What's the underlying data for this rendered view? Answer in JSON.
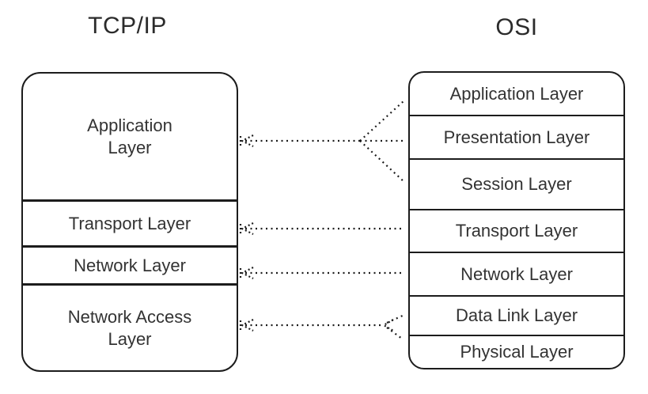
{
  "diagram": {
    "left": {
      "title": "TCP/IP",
      "layers": [
        {
          "label": "Application\nLayer"
        },
        {
          "label": "Transport Layer"
        },
        {
          "label": "Network Layer"
        },
        {
          "label": "Network Access\nLayer"
        }
      ]
    },
    "right": {
      "title": "OSI",
      "layers": [
        {
          "label": "Application Layer"
        },
        {
          "label": "Presentation Layer"
        },
        {
          "label": "Session Layer"
        },
        {
          "label": "Transport Layer"
        },
        {
          "label": "Network Layer"
        },
        {
          "label": "Data Link Layer"
        },
        {
          "label": "Physical Layer"
        }
      ]
    },
    "connections": [
      {
        "tcpip": "Application Layer",
        "osi": [
          "Application Layer",
          "Presentation Layer",
          "Session Layer"
        ],
        "style": "dotted-open-arrow"
      },
      {
        "tcpip": "Transport Layer",
        "osi": [
          "Transport Layer"
        ],
        "style": "dotted-open-arrow"
      },
      {
        "tcpip": "Network Layer",
        "osi": [
          "Network Layer"
        ],
        "style": "dotted-open-arrow"
      },
      {
        "tcpip": "Network Access Layer",
        "osi": [
          "Data Link Layer",
          "Physical Layer"
        ],
        "style": "dotted-open-arrow"
      }
    ],
    "colors": {
      "stroke": "#1c1c1c",
      "text": "#333333",
      "background": "#ffffff"
    }
  }
}
